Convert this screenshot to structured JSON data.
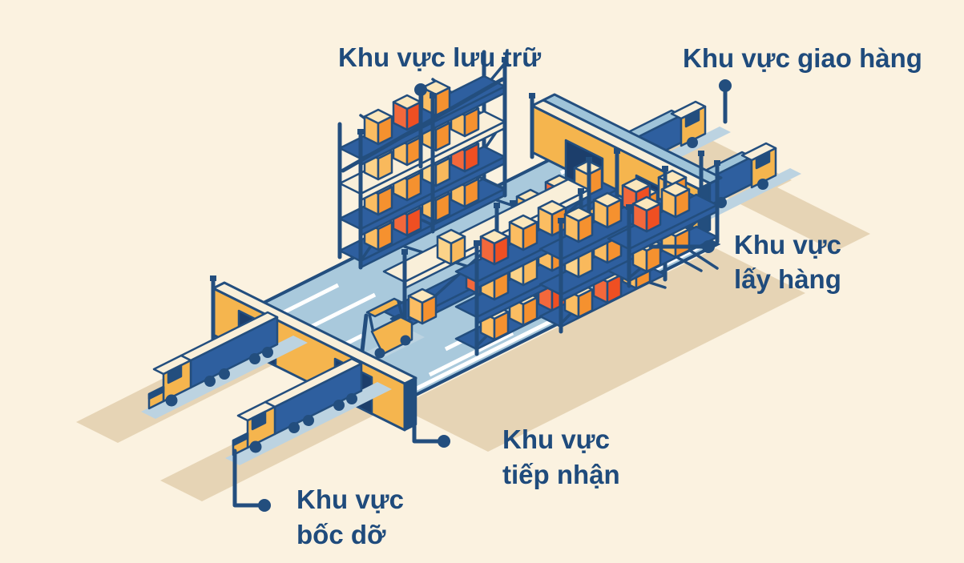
{
  "labels": {
    "storage": {
      "text": "Khu vực lưu trữ"
    },
    "delivery": {
      "text": "Khu vực giao hàng"
    },
    "picking": {
      "line1": "Khu vực",
      "line2": "lấy hàng"
    },
    "receiving": {
      "line1": "Khu vực",
      "line2": "tiếp nhận"
    },
    "unloading": {
      "line1": "Khu vực",
      "line2": "bốc dỡ"
    }
  },
  "colors": {
    "background": "#FBF2E0",
    "label_text": "#1F4B7C",
    "outline_navy": "#234E7E",
    "floor_blue": "#A9C9DC",
    "platform_blue": "#2E5F9F",
    "light_blue": "#9FC4D9",
    "wall_yellow": "#F5B54E",
    "box_orange": "#F5912F",
    "box_red": "#EF4F22",
    "box_top_cream": "#FBE7BC",
    "shadow_tan": "#E6D4B5",
    "lane_stripe": "#FFFFFF"
  }
}
